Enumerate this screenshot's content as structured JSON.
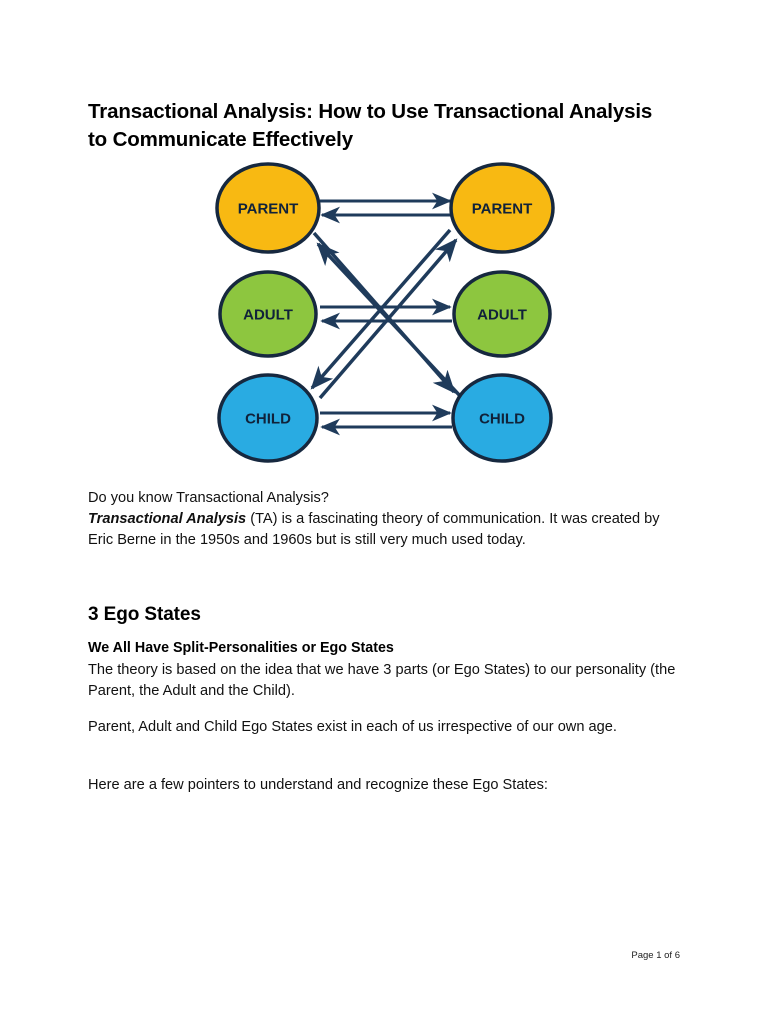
{
  "document": {
    "title": "Transactional Analysis: How to Use Transactional Analysis to Communicate Effectively",
    "footer": "Page 1 of 6"
  },
  "figure": {
    "name": "transactional-analysis-ego-state-diagram",
    "nodes": [
      {
        "id": "parent-left",
        "label": "PARENT",
        "color": "#F8B912",
        "column": "left",
        "row": "parent"
      },
      {
        "id": "parent-right",
        "label": "PARENT",
        "color": "#F8B912",
        "column": "right",
        "row": "parent"
      },
      {
        "id": "adult-left",
        "label": "ADULT",
        "color": "#8DC63F",
        "column": "left",
        "row": "adult"
      },
      {
        "id": "adult-right",
        "label": "ADULT",
        "color": "#8DC63F",
        "column": "right",
        "row": "adult"
      },
      {
        "id": "child-left",
        "label": "CHILD",
        "color": "#29ABE2",
        "column": "left",
        "row": "child"
      },
      {
        "id": "child-right",
        "label": "CHILD",
        "color": "#29ABE2",
        "column": "right",
        "row": "child"
      }
    ],
    "arrow_color": "#1F3B5B",
    "node_border_color": "#16283F",
    "connections": [
      {
        "from": "parent-left",
        "to": "parent-right",
        "type": "horizontal"
      },
      {
        "from": "parent-right",
        "to": "parent-left",
        "type": "horizontal"
      },
      {
        "from": "adult-left",
        "to": "adult-right",
        "type": "horizontal"
      },
      {
        "from": "adult-right",
        "to": "adult-left",
        "type": "horizontal"
      },
      {
        "from": "child-left",
        "to": "child-right",
        "type": "horizontal"
      },
      {
        "from": "child-right",
        "to": "child-left",
        "type": "horizontal"
      },
      {
        "from": "parent-left",
        "to": "child-right",
        "type": "diagonal"
      },
      {
        "from": "child-right",
        "to": "parent-left",
        "type": "diagonal"
      },
      {
        "from": "child-left",
        "to": "parent-right",
        "type": "diagonal"
      },
      {
        "from": "parent-right",
        "to": "child-left",
        "type": "diagonal"
      }
    ]
  },
  "content": {
    "intro_question": "Do you know Transactional Analysis?",
    "intro_emphasis": "Transactional Analysis",
    "intro_rest": " (TA) is a fascinating theory of communication. It was created by Eric Berne in the 1950s and 1960s but is still very much used today.",
    "section_heading": "3 Ego States",
    "sub_heading": "We All Have Split-Personalities or Ego States",
    "paragraph_1": "The theory is based on the idea that we have 3 parts (or Ego States) to our personality (the Parent, the Adult and the Child).",
    "paragraph_2": "Parent, Adult and Child Ego States exist in each of us irrespective of our own age.",
    "paragraph_3": "Here are a few pointers to understand and recognize these Ego States:"
  }
}
